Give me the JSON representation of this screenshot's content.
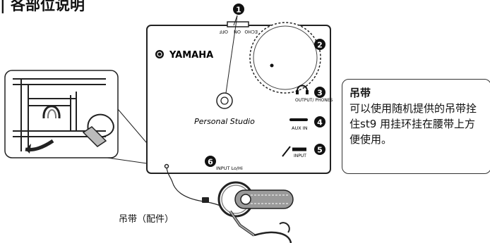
{
  "title": "| 各部位说明",
  "device": {
    "brand": "YAMAHA",
    "model": "Personal Studio",
    "switch_labels": [
      "ECHO",
      "ON",
      "OFF"
    ],
    "jack_output": "OUTPUT/ PHONES",
    "jack_aux": "AUX IN",
    "jack_input": "INPUT",
    "bottom_label": "INPUT Lo/Hi"
  },
  "markers": [
    "1",
    "2",
    "3",
    "4",
    "5",
    "6"
  ],
  "strap_caption": "吊带（配件）",
  "callout": {
    "heading": "吊带",
    "body": "可以使用随机提供的吊带拴住st9 用挂环挂在腰带上方便使用。"
  },
  "colors": {
    "marker_fill": "#111111",
    "line": "#222222",
    "strap": "#9a9a9a"
  }
}
